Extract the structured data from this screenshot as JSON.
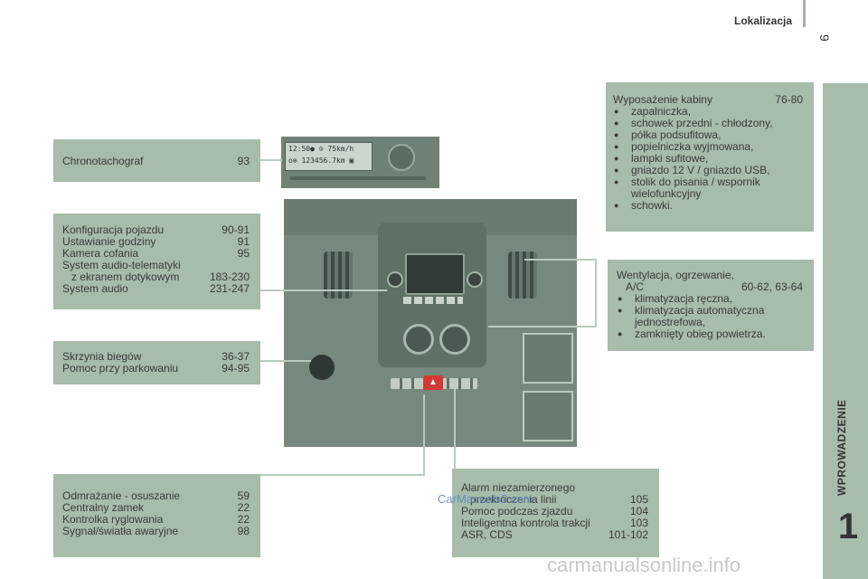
{
  "header": {
    "title": "Lokalizacja",
    "page_number": "9"
  },
  "side": {
    "label": "WPROWADZENIE",
    "chapter": "1"
  },
  "chronotachograph": {
    "label": "Chronotachograf",
    "page": "93",
    "display_line1": "12:50● ⊙ 75km/h",
    "display_line2": "o⊕ 123456.7km ▣"
  },
  "vehicle_config": {
    "rows": [
      {
        "label": "Konfiguracja pojazdu",
        "page": "90-91"
      },
      {
        "label": "Ustawianie godziny",
        "page": "91"
      },
      {
        "label": "Kamera cofania",
        "page": "95"
      },
      {
        "label": "System audio-telematyki",
        "page": ""
      },
      {
        "label": "   z ekranem dotykowym",
        "page": "183-230"
      },
      {
        "label": "System audio",
        "page": "231-247"
      }
    ]
  },
  "gearbox": {
    "rows": [
      {
        "label": "Skrzynia biegów",
        "page": "36-37"
      },
      {
        "label": "Pomoc przy parkowaniu",
        "page": "94-95"
      }
    ]
  },
  "defrost": {
    "rows": [
      {
        "label": "Odmrażanie - osuszanie",
        "page": "59"
      },
      {
        "label": "Centralny zamek",
        "page": "22"
      },
      {
        "label": "Kontrolka ryglowania",
        "page": "22"
      },
      {
        "label": "Sygnał/światła awaryjne",
        "page": "98"
      }
    ]
  },
  "alarm": {
    "line1": "Alarm niezamierzonego",
    "rows": [
      {
        "label": "   przekroczenia linii",
        "page": "105"
      },
      {
        "label": "Pomoc podczas zjazdu",
        "page": "104"
      },
      {
        "label": "Inteligentna kontrola trakcji",
        "page": "103"
      },
      {
        "label": "ASR, CDS",
        "page": "101-102"
      }
    ]
  },
  "cabin": {
    "title": "Wyposażenie kabiny",
    "page": "76-80",
    "items": [
      "zapalniczka,",
      "schowek przedni - chłodzony,",
      "półka podsufitowa,",
      "popielniczka wyjmowana,",
      "lampki sufitowe,",
      "gniazdo 12 V / gniazdo USB,",
      "stolik do pisania / wspornik",
      "schowki."
    ],
    "item_continuation": "wielofunkcyjny"
  },
  "ventilation": {
    "line1": "Wentylacja, ogrzewanie,",
    "line2_label": "A/C",
    "line2_page": "60-62, 63-64",
    "items": [
      "klimatyzacja ręczna,",
      "klimatyzacja automatyczna",
      "zamknięty obieg powietrza."
    ],
    "item_continuation": "jednostrefowa,"
  },
  "watermarks": {
    "carmanuals": "CarManuals2.com",
    "footer": "carmanualsonline.info"
  },
  "colors": {
    "box_bg": "#a7bcaa",
    "photo_bg": "#76897c",
    "hazard_red": "#d23a3a"
  }
}
